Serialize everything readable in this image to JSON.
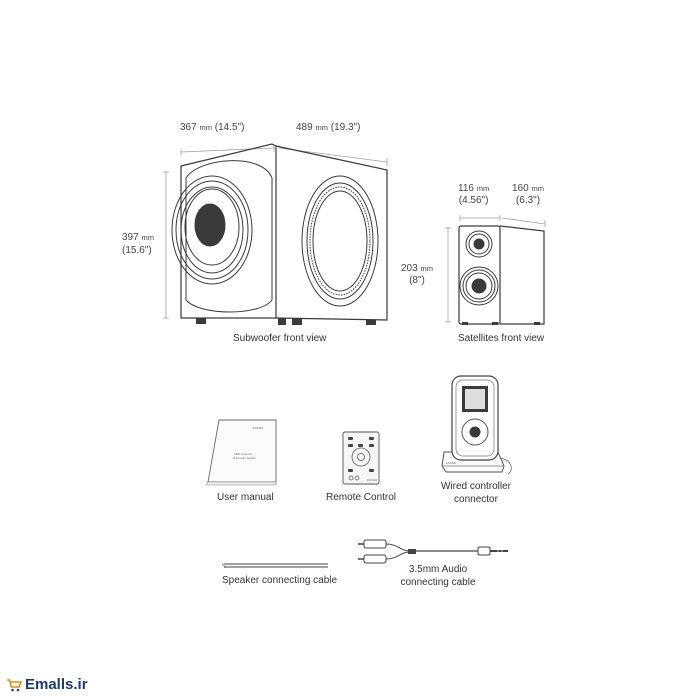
{
  "subwoofer": {
    "dim_width": {
      "value": "367",
      "unit": "mm",
      "inch": "(14.5\")"
    },
    "dim_depth": {
      "value": "489",
      "unit": "mm",
      "inch": "(19.3\")"
    },
    "dim_height": {
      "value": "397",
      "unit": "mm",
      "inch": "(15.6\")"
    },
    "caption": "Subwoofer front view"
  },
  "satellites": {
    "dim_width": {
      "value": "116",
      "unit": "mm",
      "inch": "(4.56\")"
    },
    "dim_depth": {
      "value": "160",
      "unit": "mm",
      "inch": "(6.3\")"
    },
    "dim_height": {
      "value": "203",
      "unit": "mm",
      "inch": "(8\")"
    },
    "caption": "Satellites front view"
  },
  "accessories": {
    "user_manual": "User manual",
    "remote_control": "Remote Control",
    "wired_controller_line1": "Wired controller",
    "wired_controller_line2": "connector",
    "speaker_cable": "Speaker connecting cable",
    "audio_cable_line1": "3.5mm Audio",
    "audio_cable_line2": "connecting cable"
  },
  "manual_cover": {
    "brand": "EDIFIER",
    "line1": "S880 1nstructio",
    "line2": "Multimedia Speaker"
  },
  "remote_brand": "EDIFIER",
  "controller_brand": "EDIFIER",
  "watermark": {
    "text": "Emalls.ir",
    "color": "#1f3b66",
    "icon": "shopping-cart-icon"
  },
  "colors": {
    "line": "#3a3a3a",
    "dim_line": "#9a9a9a"
  }
}
